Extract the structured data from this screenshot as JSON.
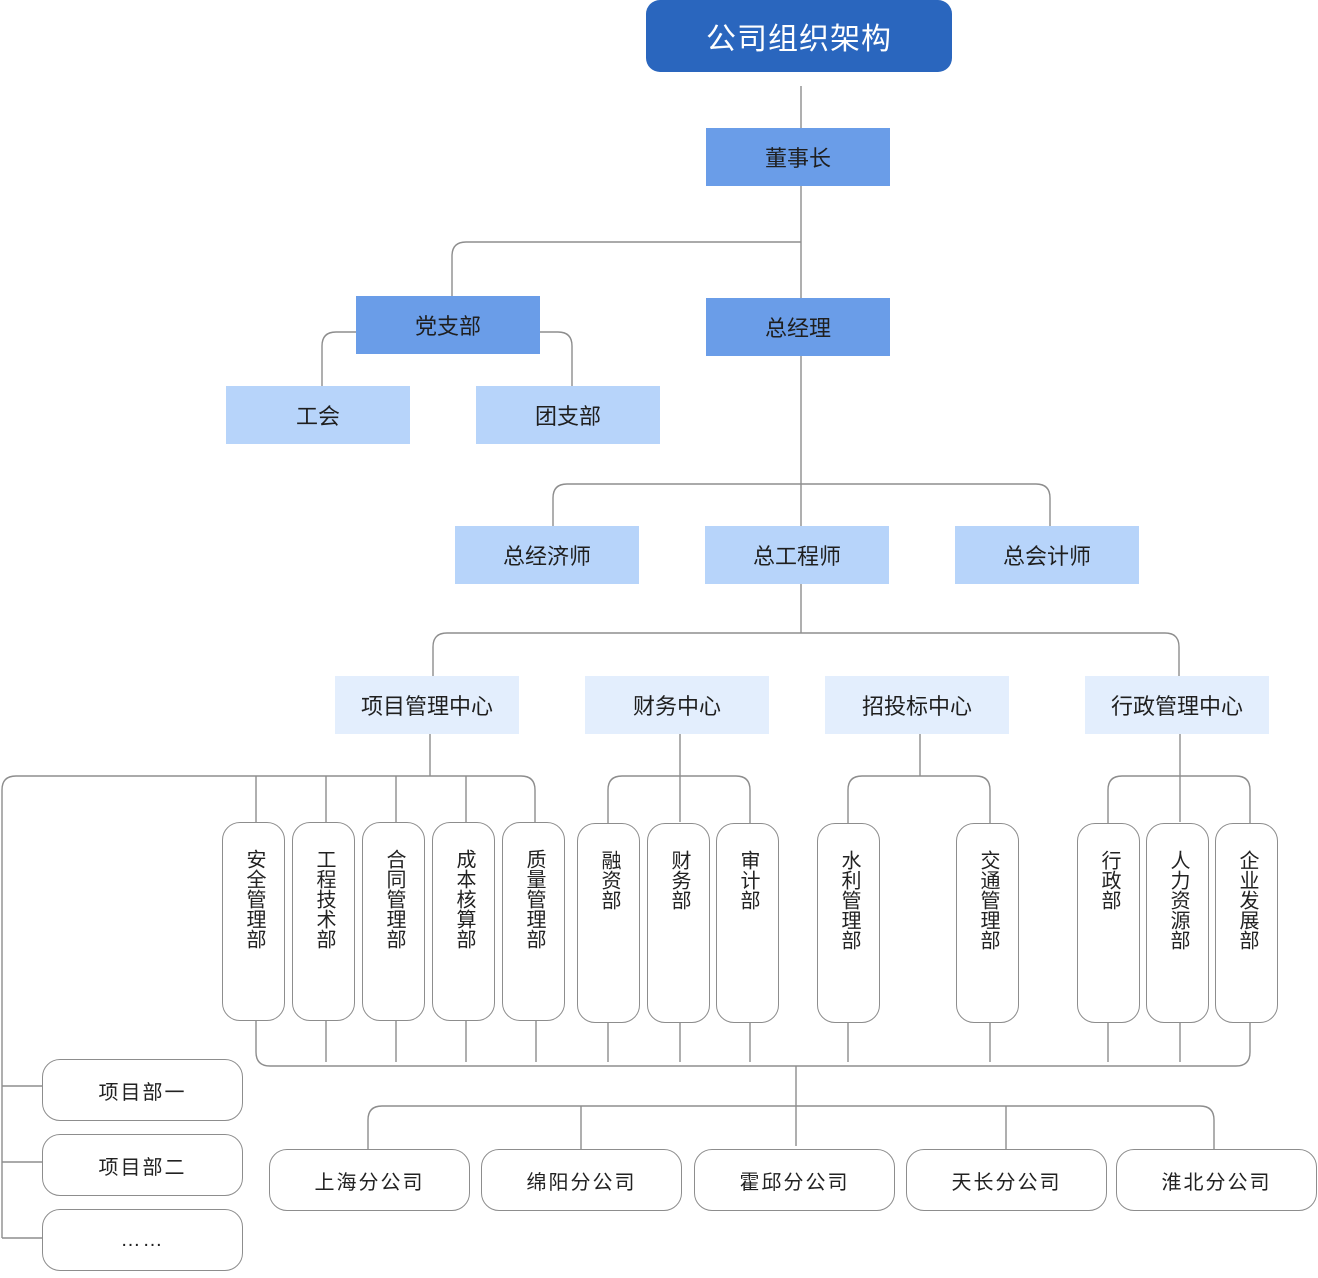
{
  "title": "公司组织架构",
  "chairman": "董事长",
  "party_branch": "党支部",
  "general_manager": "总经理",
  "union": "工会",
  "youth_league": "团支部",
  "chief_economist": "总经济师",
  "chief_engineer": "总工程师",
  "chief_accountant": "总会计师",
  "centers": {
    "project": "项目管理中心",
    "finance": "财务中心",
    "bidding": "招投标中心",
    "admin": "行政管理中心"
  },
  "departments": [
    "安全管理部",
    "工程技术部",
    "合同管理部",
    "成本核算部",
    "质量管理部",
    "融资部",
    "财务部",
    "审计部",
    "水利管理部",
    "交通管理部",
    "行政部",
    "人力资源部",
    "企业发展部"
  ],
  "project_depts": [
    "项目部一",
    "项目部二",
    "……"
  ],
  "branches": [
    "上海分公司",
    "绵阳分公司",
    "霍邱分公司",
    "天长分公司",
    "淮北分公司"
  ],
  "colors": {
    "title": "#2a66be",
    "level1": "#6a9de8",
    "level2": "#b7d4fa",
    "level3": "#e3eefd",
    "line": "#8d8d8d"
  }
}
